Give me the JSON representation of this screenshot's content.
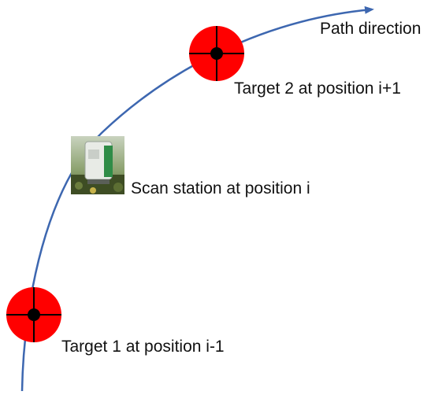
{
  "labels": {
    "path_direction": "Path direction",
    "target_2": "Target 2 at position i+1",
    "scan_station": "Scan station at position i",
    "target_1": "Target 1 at position i-1"
  },
  "colors": {
    "path": "#3d67b0",
    "target_fill": "#ff0000",
    "target_cross": "#000000",
    "text": "#111111"
  },
  "icons": {
    "target": "crosshair-target-icon",
    "scanner": "laser-scanner-photo-icon"
  }
}
